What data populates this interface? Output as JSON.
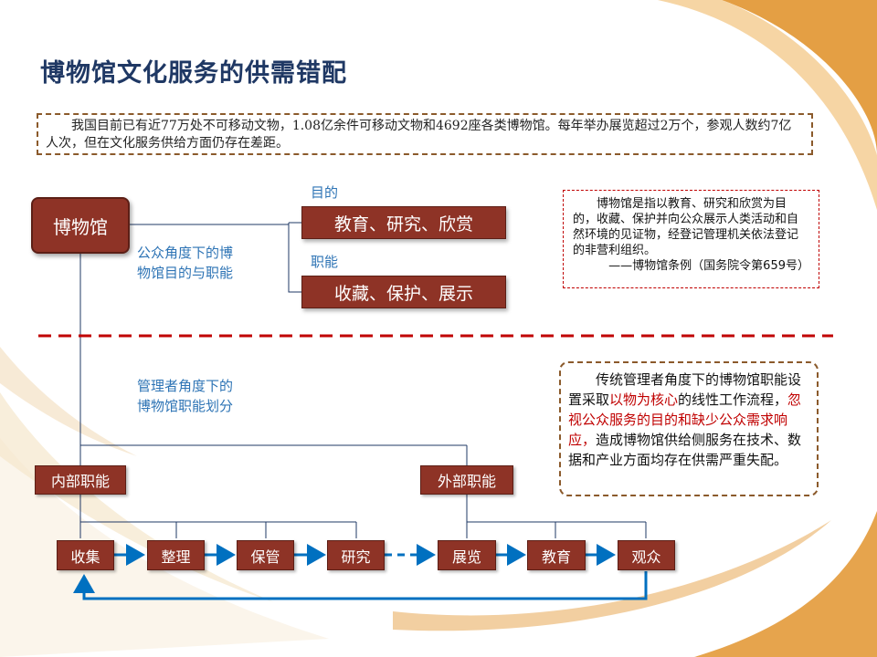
{
  "title": "博物馆文化服务的供需错配",
  "intro": "我国目前已有近77万处不可移动文物，1.08亿余件可移动文物和4692座各类博物馆。每年举办展览超过2万个，参观人数约7亿人次，但在文化服务供给方面仍存在差距。",
  "museum": "博物馆",
  "purpose_label": "目的",
  "purpose": "教育、研究、欣赏",
  "function_label": "职能",
  "function": "收藏、保护、展示",
  "public_view": [
    "公众角度下的博",
    "物馆目的与职能"
  ],
  "definition": {
    "text": "博物馆是指以教育、研究和欣赏为目的，收藏、保护并向公众展示人类活动和自然环境的见证物，经登记管理机关依法登记的非营利组织。",
    "source": "——博物馆条例（国务院令第659号）"
  },
  "manager_view": [
    "管理者角度下的",
    "博物馆职能划分"
  ],
  "internal": "内部职能",
  "external": "外部职能",
  "flow": [
    "收集",
    "整理",
    "保管",
    "研究",
    "展览",
    "教育",
    "观众"
  ],
  "summary": {
    "part1": "传统管理者角度下的博物馆职能设置采取",
    "red1": "以物为核心",
    "part2": "的线性工作流程，",
    "red2": "忽视公众服务的目的和缺少公众需求响应，",
    "part3": "造成博物馆供给侧服务在技术、数据和产业方面均存在供需严重失配。"
  },
  "colors": {
    "box_fill": "#8e3326",
    "title": "#1f3864",
    "label_blue": "#2e74b5",
    "arrow_blue": "#0070c0",
    "divider_red": "#c00000",
    "dashed_brown": "#8b5a2b",
    "accent_orange": "#e0902a"
  }
}
